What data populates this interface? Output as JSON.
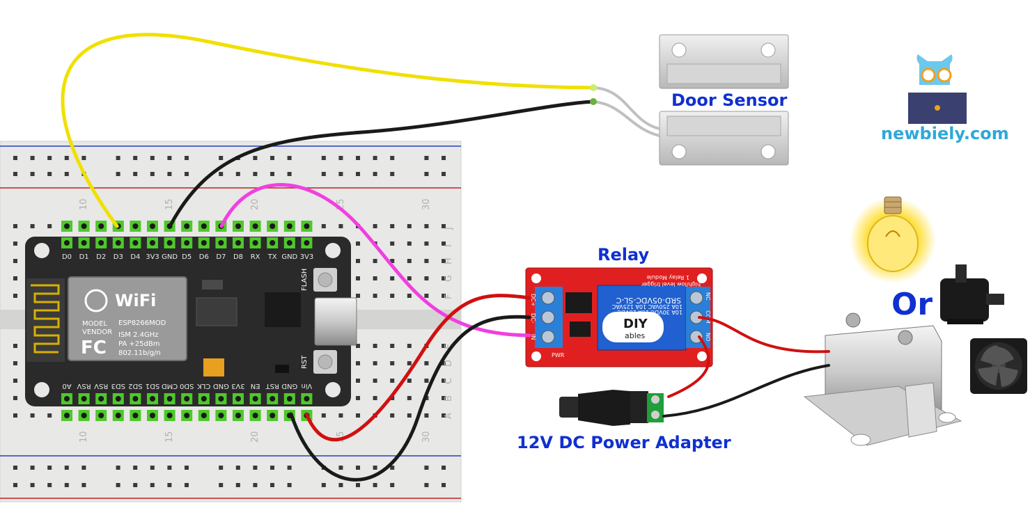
{
  "labels": {
    "door_sensor": "Door Sensor",
    "relay": "Relay",
    "power_adapter": "12V DC Power Adapter",
    "or": "Or",
    "brand": "newbiely.com",
    "watermark": "newbiely.com"
  },
  "esp": {
    "top_pins": [
      "D0",
      "D1",
      "D2",
      "D3",
      "D4",
      "3V3",
      "GND",
      "D5",
      "D6",
      "D7",
      "D8",
      "RX",
      "TX",
      "GND",
      "3V3"
    ],
    "bottom_pins": [
      "A0",
      "RSV",
      "RSV",
      "SD3",
      "SD2",
      "SD1",
      "CMD",
      "SD0",
      "CLK",
      "GND",
      "3V3",
      "EN",
      "RST",
      "GND",
      "Vin"
    ],
    "module_text": [
      "MODEL",
      "VENDOR",
      "ESP8266MOD",
      "ISM 2.4GHz",
      "PA +25dBm",
      "802.11b/g/n"
    ],
    "wifi": "WiFi",
    "fc": "FC",
    "flash": "FLASH",
    "rst": "RST"
  },
  "relay_module": {
    "title": "1 Relay Module",
    "subtitle": "high/low level trigger",
    "model": "SRD-05VDC-SL-C",
    "ratings": [
      "10A 250VAC 10A 125VAC",
      "10A 30VDC 10A 28VDC"
    ],
    "brand_top": "DIY",
    "brand_bottom": "ables",
    "left_pins": [
      "DC+",
      "DC-",
      "IN"
    ],
    "right_pins": [
      "NC",
      "COM",
      "NO"
    ],
    "pwr": "PWR"
  },
  "breadboard": {
    "col_numbers": [
      "10",
      "15",
      "20",
      "25",
      "30"
    ],
    "row_letters_top": [
      "J",
      "I",
      "H",
      "G",
      "F"
    ],
    "row_letters_bottom": [
      "E",
      "D",
      "C",
      "B",
      "A"
    ]
  },
  "colors": {
    "accent_label": "#1030d0",
    "brand": "#2fa8d8",
    "wire_yellow": "#f0e000",
    "wire_black": "#1a1a1a",
    "wire_magenta": "#f040e0",
    "wire_red": "#d01010",
    "relay_board": "#e02020",
    "relay_block": "#2060d0",
    "esp_board": "#2a2a2a",
    "pin_green": "#4ec82a"
  },
  "icons": [
    "owl-laptop-logo",
    "light-bulb",
    "water-pump",
    "cooling-fan",
    "solenoid-lock",
    "dc-jack",
    "door-sensor"
  ]
}
